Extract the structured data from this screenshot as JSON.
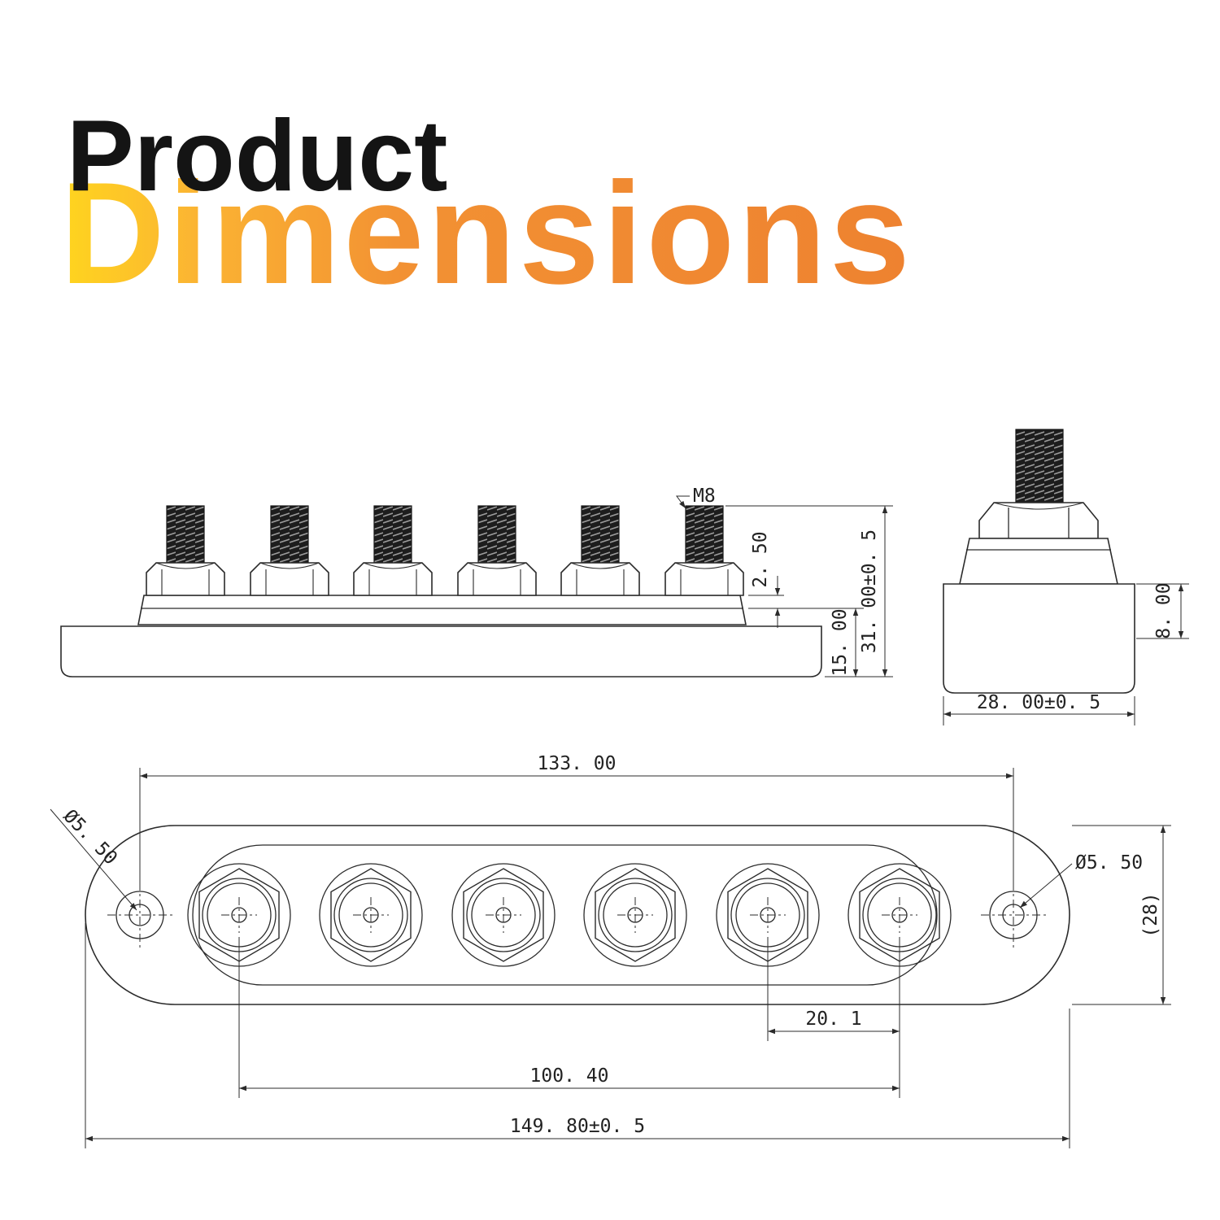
{
  "title": {
    "word1": "Product",
    "word2": "Dimensions"
  },
  "colors": {
    "title_black": "#141414",
    "gradient_yellow": "#ffd51e",
    "gradient_orange": "#ee8230",
    "drawing_line": "#2b2b2b"
  },
  "front_view": {
    "thread_label": "M8",
    "washer_height": "2. 50",
    "overall_height": "31. 00±0. 5",
    "base_height": "15. 00"
  },
  "side_view": {
    "step_height": "8. 00",
    "base_width": "28. 00±0. 5"
  },
  "top_view": {
    "mount_hole_spacing": "133. 00",
    "mount_hole_dia_left": "Ø5. 50",
    "mount_hole_dia_right": "Ø5. 50",
    "body_width_ref": "(28)",
    "stud_pitch": "20. 1",
    "stud_span": "100. 40",
    "overall_length": "149. 80±0. 5"
  }
}
